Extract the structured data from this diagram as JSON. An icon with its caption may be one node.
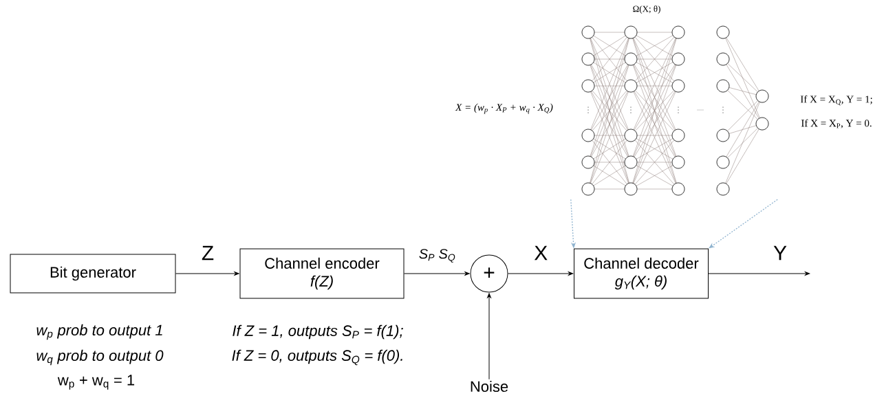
{
  "diagram": {
    "nodes": [
      {
        "text": [
          "Bit generator"
        ]
      },
      {
        "text": [
          "Channel encoder",
          "f(Z)"
        ]
      },
      {
        "text": [
          "+"
        ]
      },
      {
        "text": [
          "Noise"
        ]
      },
      {
        "text": [
          "Channel decoder",
          "g$_{Y}$(X; θ)"
        ]
      },
      {
        "text": [],
        "shape": "picture"
      }
    ],
    "edges": [
      {
        "from": 0,
        "to": 1,
        "arrow": "to",
        "label": "Z"
      },
      {
        "from": 1,
        "to": 2,
        "arrow": "to",
        "label": "S$_{P}$  S$_{Q}$"
      },
      {
        "from": 2,
        "to": 4,
        "arrow": "to",
        "label": "X"
      },
      {
        "from": 3,
        "to": 2,
        "arrow": "to"
      },
      {
        "from": 4,
        "to": null,
        "arrow": "to",
        "label": "Y"
      },
      {
        "from": 5,
        "to": 4,
        "arrow": "to",
        "style": "dashed",
        "color": "#8fb3cf"
      },
      {
        "from": 5,
        "to": 4,
        "arrow": "to",
        "style": "dashed",
        "color": "#8fb3cf"
      }
    ],
    "labels": [
      "Ω(X; θ)",
      "X = (w$_{p}$ · X$_{P}$ + w$_{q}$ · X$_{Q}$)",
      "If X = X$_{Q}$, Y = 1;",
      "If X = X$_{P}$, Y = 0.",
      "w$_{p}$ prob to output 1",
      "w$_{q}$ prob to output 0",
      "w$_{p}$ + w$_{q}$ = 1",
      "If Z = 1, outputs S$_{P}$ = f(1);",
      "If Z = 0, outputs S$_{Q}$ = f(0)."
    ]
  }
}
